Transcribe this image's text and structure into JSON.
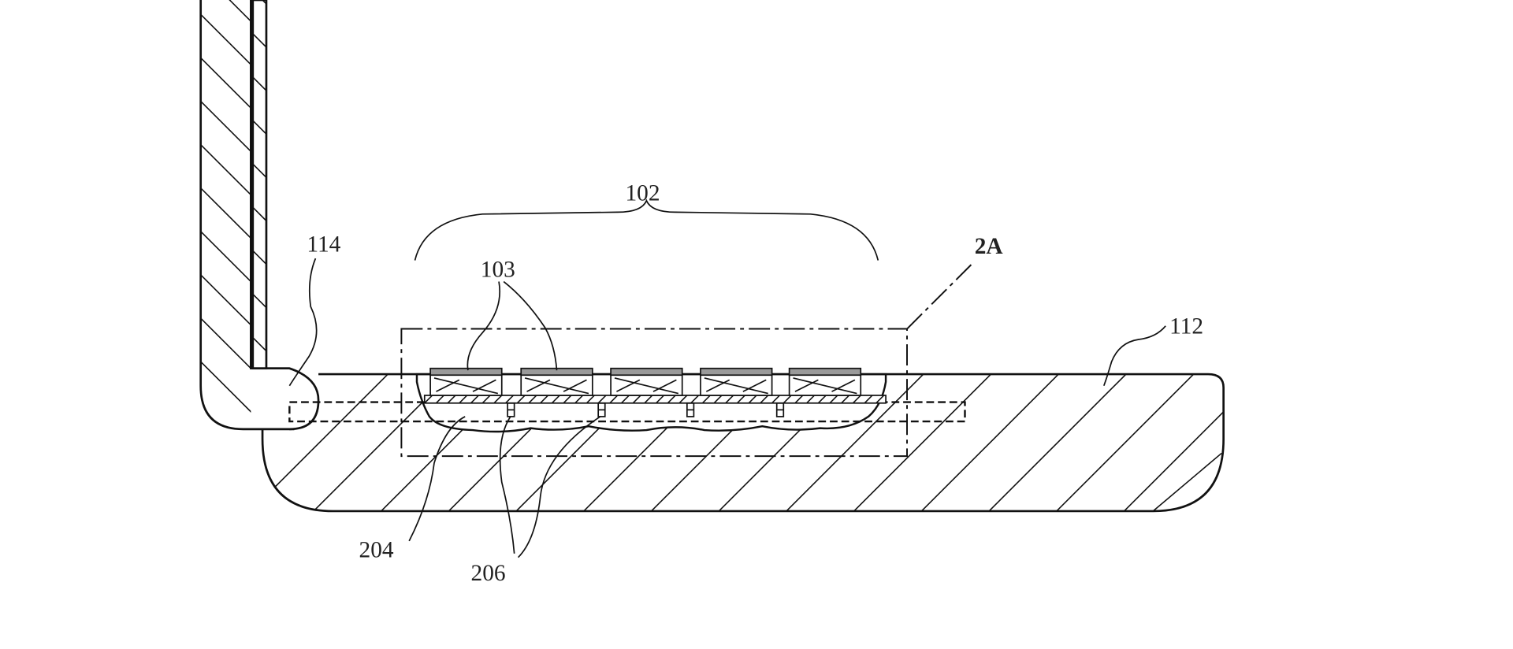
{
  "figure": {
    "type": "patent-cross-section",
    "subject": "laptop keyboard cross-section with hinge and base",
    "key_count": 5,
    "standoff_count": 4
  },
  "labels": {
    "keyboard_assembly": "102",
    "keys": "103",
    "hinge": "114",
    "base": "112",
    "detail_view": "2A",
    "cavity": "204",
    "standoffs": "206"
  },
  "colors": {
    "line": "#111111",
    "keycap_fill": "#9a9a9a",
    "background": "#ffffff"
  }
}
